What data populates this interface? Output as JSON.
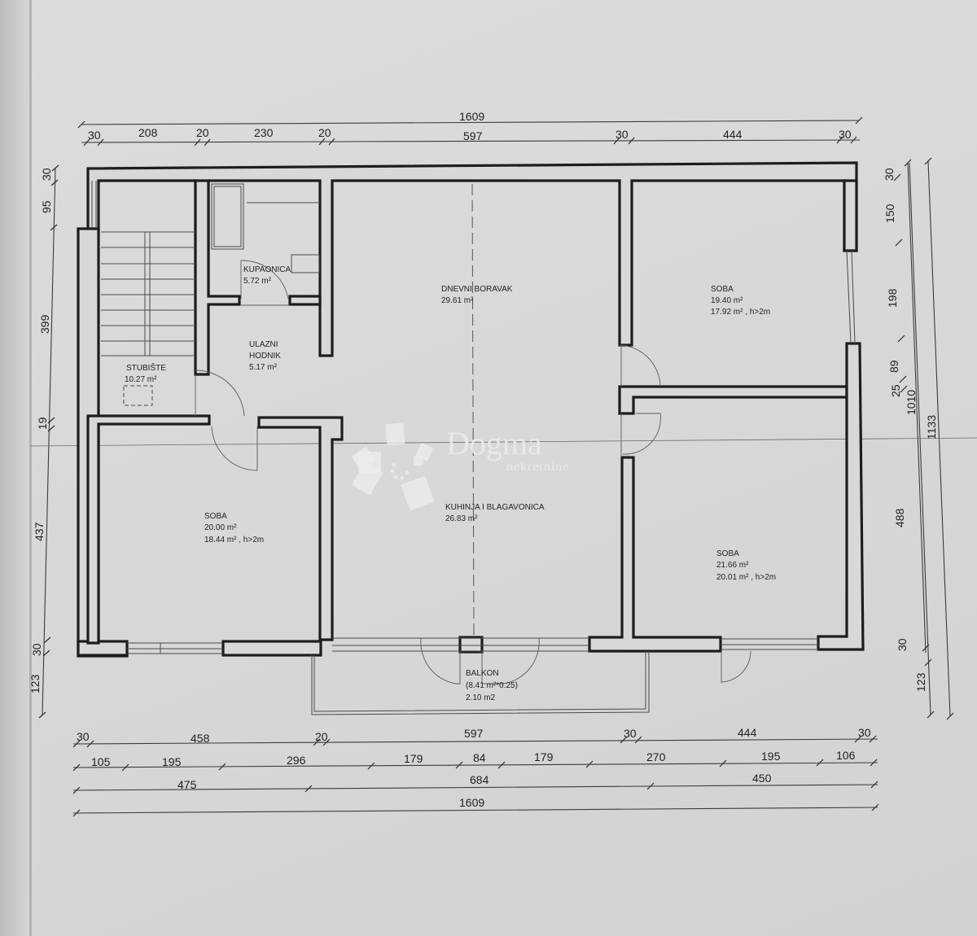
{
  "plan": {
    "units": "cm",
    "overall_width": "1609",
    "overall_depth_inner": "1010",
    "overall_depth_total": "1133"
  },
  "top_dims": {
    "overall": "1609",
    "segments": [
      "30",
      "208",
      "20",
      "230",
      "20",
      "597",
      "30",
      "444",
      "30"
    ]
  },
  "bottom_dims": {
    "row1": [
      "30",
      "458",
      "20",
      "597",
      "30",
      "444",
      "30"
    ],
    "row2": [
      "105",
      "195",
      "296",
      "179",
      "84",
      "179",
      "270",
      "195",
      "106"
    ],
    "row3": [
      "475",
      "684",
      "450"
    ],
    "row4": [
      "1609"
    ]
  },
  "left_dims": {
    "segments": [
      "30",
      "95",
      "399",
      "19",
      "437",
      "30",
      "123"
    ]
  },
  "right_dims": {
    "row1": [
      "30",
      "150",
      "198",
      "89",
      "25",
      "488",
      "30",
      "123"
    ],
    "row2": [
      "1010"
    ],
    "row3": [
      "1133"
    ]
  },
  "rooms": [
    {
      "name": "KUPAONICA",
      "area": "5.72 m²"
    },
    {
      "name": "DNEVNI BORAVAK",
      "area": "29.61 m²"
    },
    {
      "name": "SOBA",
      "area": "19.40 m²",
      "area_h": "17.92 m² , h>2m"
    },
    {
      "name": "ULAZNI",
      "name2": "HODNIK",
      "area": "5.17 m²"
    },
    {
      "name": "STUBIŠTE",
      "area": "10.27 m²"
    },
    {
      "name": "SOBA",
      "area": "20.00 m²",
      "area_h": "18.44 m² , h>2m"
    },
    {
      "name": "KUHINJA I BLAGAVONICA",
      "area": "26.83 m²"
    },
    {
      "name": "SOBA",
      "area": "21.66 m²",
      "area_h": "20.01 m² , h>2m"
    },
    {
      "name": "BALKON",
      "area": "(8.41 m²*0.25)",
      "area_h": "2.10 m2"
    }
  ],
  "watermark": {
    "brand": "Dogma",
    "sub": "nekretnine"
  },
  "colors": {
    "paper": "#d8d8d6",
    "ink": "#1d1d1d"
  }
}
